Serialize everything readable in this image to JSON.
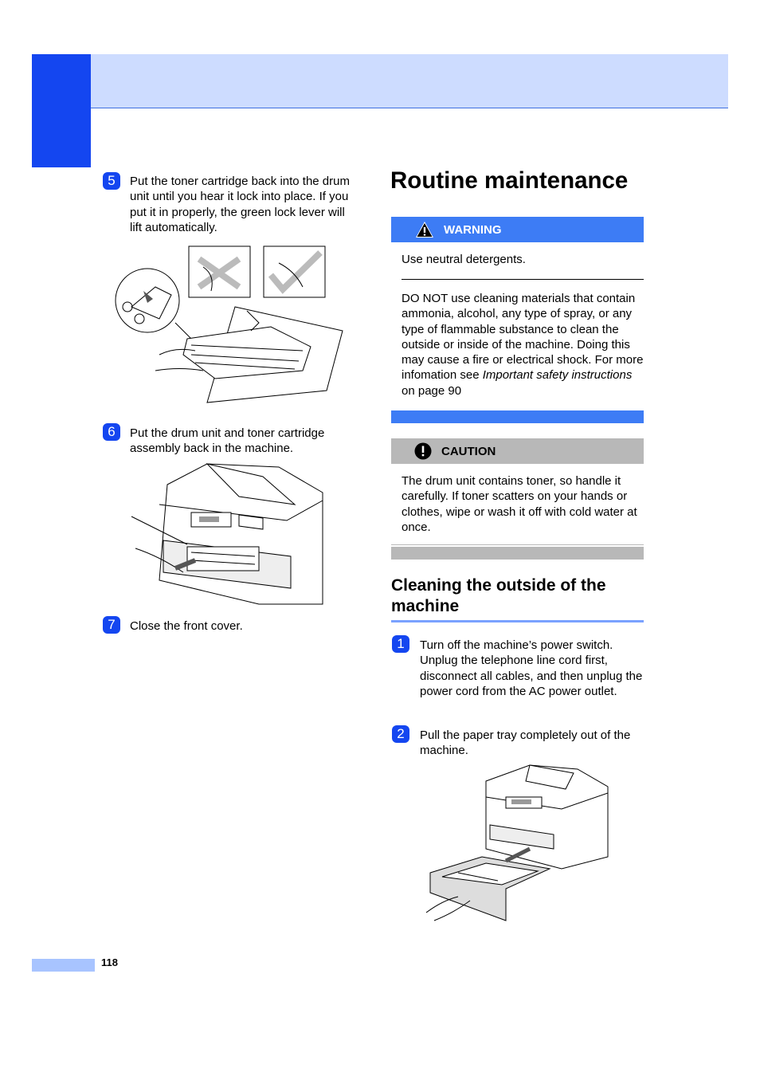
{
  "page": {
    "number": "118"
  },
  "left_steps": [
    {
      "num": "5",
      "text": "Put the toner cartridge back into the drum unit until you hear it lock into place. If you put it in properly, the green lock lever will lift automatically."
    },
    {
      "num": "6",
      "text": "Put the drum unit and toner cartridge assembly back in the machine."
    },
    {
      "num": "7",
      "text": "Close the front cover."
    }
  ],
  "right": {
    "title": "Routine maintenance",
    "warning": {
      "label": "WARNING",
      "line1": "Use neutral detergents.",
      "body": "DO NOT use cleaning materials that contain ammonia, alcohol, any type of spray, or any type of flammable substance to clean the outside or inside of the machine. Doing this may cause a fire or electrical shock. For more infomation see",
      "link_italic": "Important safety instructions",
      "link_tail": " on page 90"
    },
    "caution": {
      "label": "CAUTION",
      "body": "The drum unit contains toner, so handle it carefully. If toner scatters on your hands or clothes, wipe or wash it off with cold water at once."
    },
    "section_heading": "Cleaning the outside of the machine",
    "steps": [
      {
        "num": "1",
        "text": "Turn off the machine’s power switch. Unplug the telephone line cord first, disconnect all cables, and then unplug the power cord from the AC power outlet."
      },
      {
        "num": "2",
        "text": "Pull the paper tray completely out of the machine."
      }
    ]
  },
  "colors": {
    "accent_blue": "#1446f0",
    "header_band": "#cddcff",
    "warning_bar": "#3d7cf5",
    "caution_bar": "#b8b8b8"
  },
  "icons": [
    "warning-triangle-icon",
    "caution-exclamation-icon"
  ]
}
